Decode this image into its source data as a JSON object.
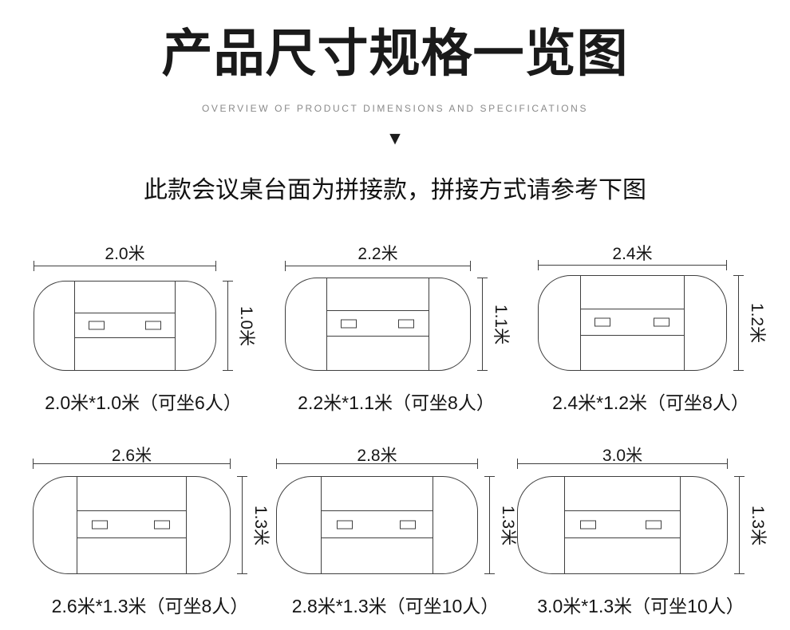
{
  "header": {
    "title": "产品尺寸规格一览图",
    "subtitle": "OVERVIEW OF PRODUCT DIMENSIONS AND SPECIFICATIONS",
    "arrow_icon": "▼",
    "intro": "此款会议桌台面为拼接款，拼接方式请参考下图"
  },
  "colors": {
    "line": "#3f3f3f",
    "text": "#161616",
    "subtitle": "#8a8a8a",
    "background": "#ffffff"
  },
  "diagrams": [
    {
      "width_label": "2.0米",
      "height_label": "1.0米",
      "caption": "2.0米*1.0米（可坐6人）"
    },
    {
      "width_label": "2.2米",
      "height_label": "1.1米",
      "caption": "2.2米*1.1米（可坐8人）"
    },
    {
      "width_label": "2.4米",
      "height_label": "1.2米",
      "caption": "2.4米*1.2米（可坐8人）"
    },
    {
      "width_label": "2.6米",
      "height_label": "1.3米",
      "caption": "2.6米*1.3米（可坐8人）"
    },
    {
      "width_label": "2.8米",
      "height_label": "1.3米",
      "caption": "2.8米*1.3米（可坐10人）"
    },
    {
      "width_label": "3.0米",
      "height_label": "1.3米",
      "caption": "3.0米*1.3米（可坐10人）"
    }
  ]
}
